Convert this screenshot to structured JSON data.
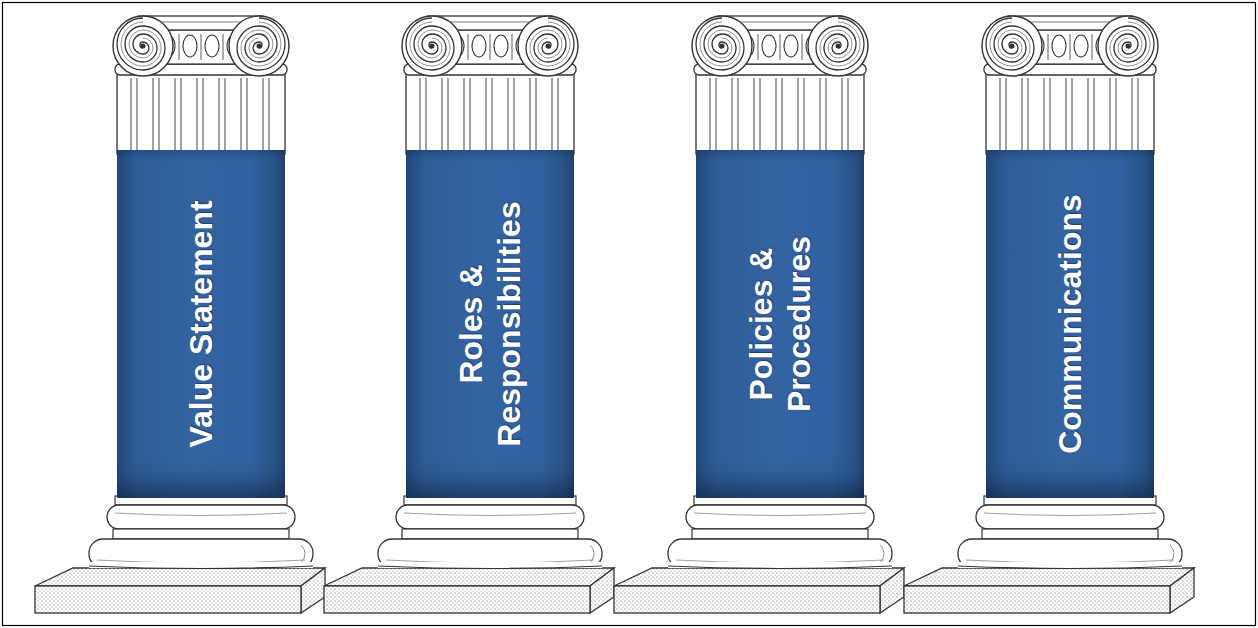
{
  "diagram": {
    "nodes": [
      {
        "text": [
          "Value Statement"
        ]
      },
      {
        "text": [
          "Roles & Responsibilities"
        ]
      },
      {
        "text": [
          "Policies & Procedures"
        ]
      },
      {
        "text": [
          "Communications"
        ]
      }
    ]
  }
}
